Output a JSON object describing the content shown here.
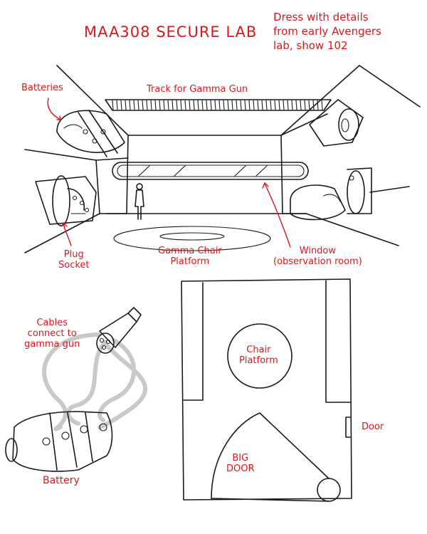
{
  "title": "MAA308 SECURE LAB",
  "dress_note": "Dress with details\nfrom early Avengers\nlab, show 102",
  "labels": {
    "batteries": "Batteries",
    "track": "Track for Gamma Gun",
    "plug_socket": "Plug\nSocket",
    "gamma_chair_platform": "Gamma Chair\nPlatform",
    "window": "Window\n(observation room)",
    "cables": "Cables\nconnect to\ngamma gun",
    "battery": "Battery",
    "chair_platform": "Chair\nPlatform",
    "door": "Door",
    "big_door": "BIG\nDOOR"
  },
  "colors": {
    "ink": "#1a1a1a",
    "annotation": "#e0161b",
    "cable": "#c9c9c9"
  }
}
